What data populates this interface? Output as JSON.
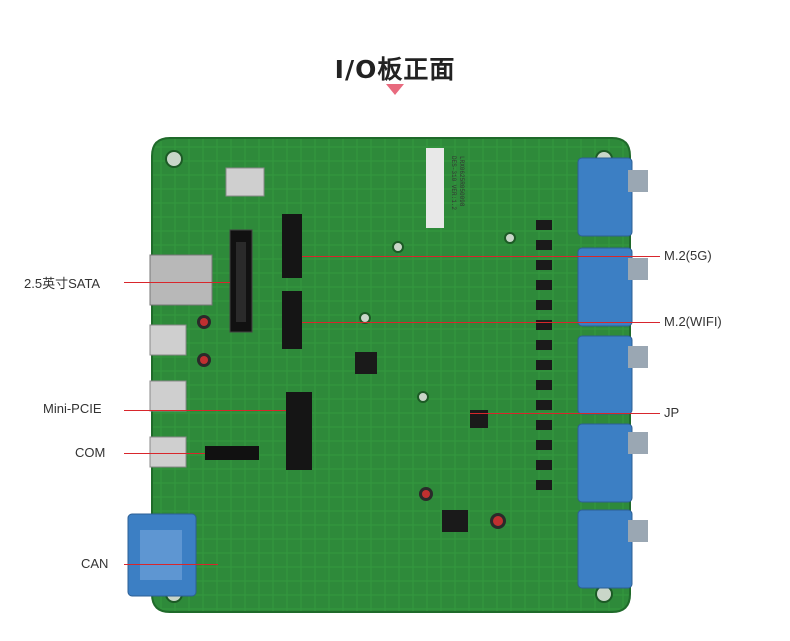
{
  "header": {
    "title": "I/O板正面",
    "accent_color": "#e86a7e"
  },
  "board": {
    "pcb_color": "#2f8f3a",
    "silk_text": [
      "DES-310 VER:1.2",
      "LRX0625R050098"
    ],
    "components": {
      "ports_left": [
        "sata-slot-icon",
        "usb-port-icon",
        "usb-port-icon",
        "usb-port-icon",
        "com-header-icon",
        "can-db9-icon"
      ],
      "ports_right": [
        "db9-port-icon",
        "db9-port-icon",
        "db9-port-icon",
        "db9-port-icon",
        "db9-port-icon"
      ]
    }
  },
  "callouts": {
    "left": [
      {
        "label": "2.5英寸SATA"
      },
      {
        "label": "Mini-PCIE"
      },
      {
        "label": "COM"
      },
      {
        "label": "CAN"
      }
    ],
    "right": [
      {
        "label": "M.2(5G)"
      },
      {
        "label": "M.2(WIFI)"
      },
      {
        "label": "JP"
      }
    ],
    "line_color": "#d8262c"
  }
}
